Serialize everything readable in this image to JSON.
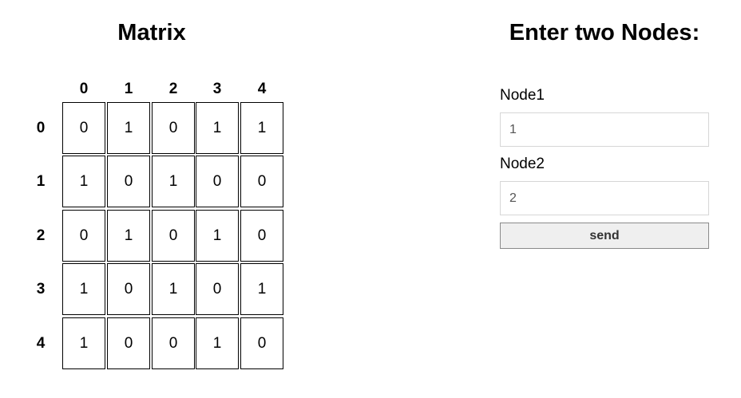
{
  "matrix": {
    "title": "Matrix",
    "col_headers": [
      "0",
      "1",
      "2",
      "3",
      "4"
    ],
    "row_headers": [
      "0",
      "1",
      "2",
      "3",
      "4"
    ],
    "rows": [
      [
        "0",
        "1",
        "0",
        "1",
        "1"
      ],
      [
        "1",
        "0",
        "1",
        "0",
        "0"
      ],
      [
        "0",
        "1",
        "0",
        "1",
        "0"
      ],
      [
        "1",
        "0",
        "1",
        "0",
        "1"
      ],
      [
        "1",
        "0",
        "0",
        "1",
        "0"
      ]
    ]
  },
  "form": {
    "title": "Enter two Nodes:",
    "node1_label": "Node1",
    "node1_value": "1",
    "node2_label": "Node2",
    "node2_value": "2",
    "send_label": "send"
  }
}
